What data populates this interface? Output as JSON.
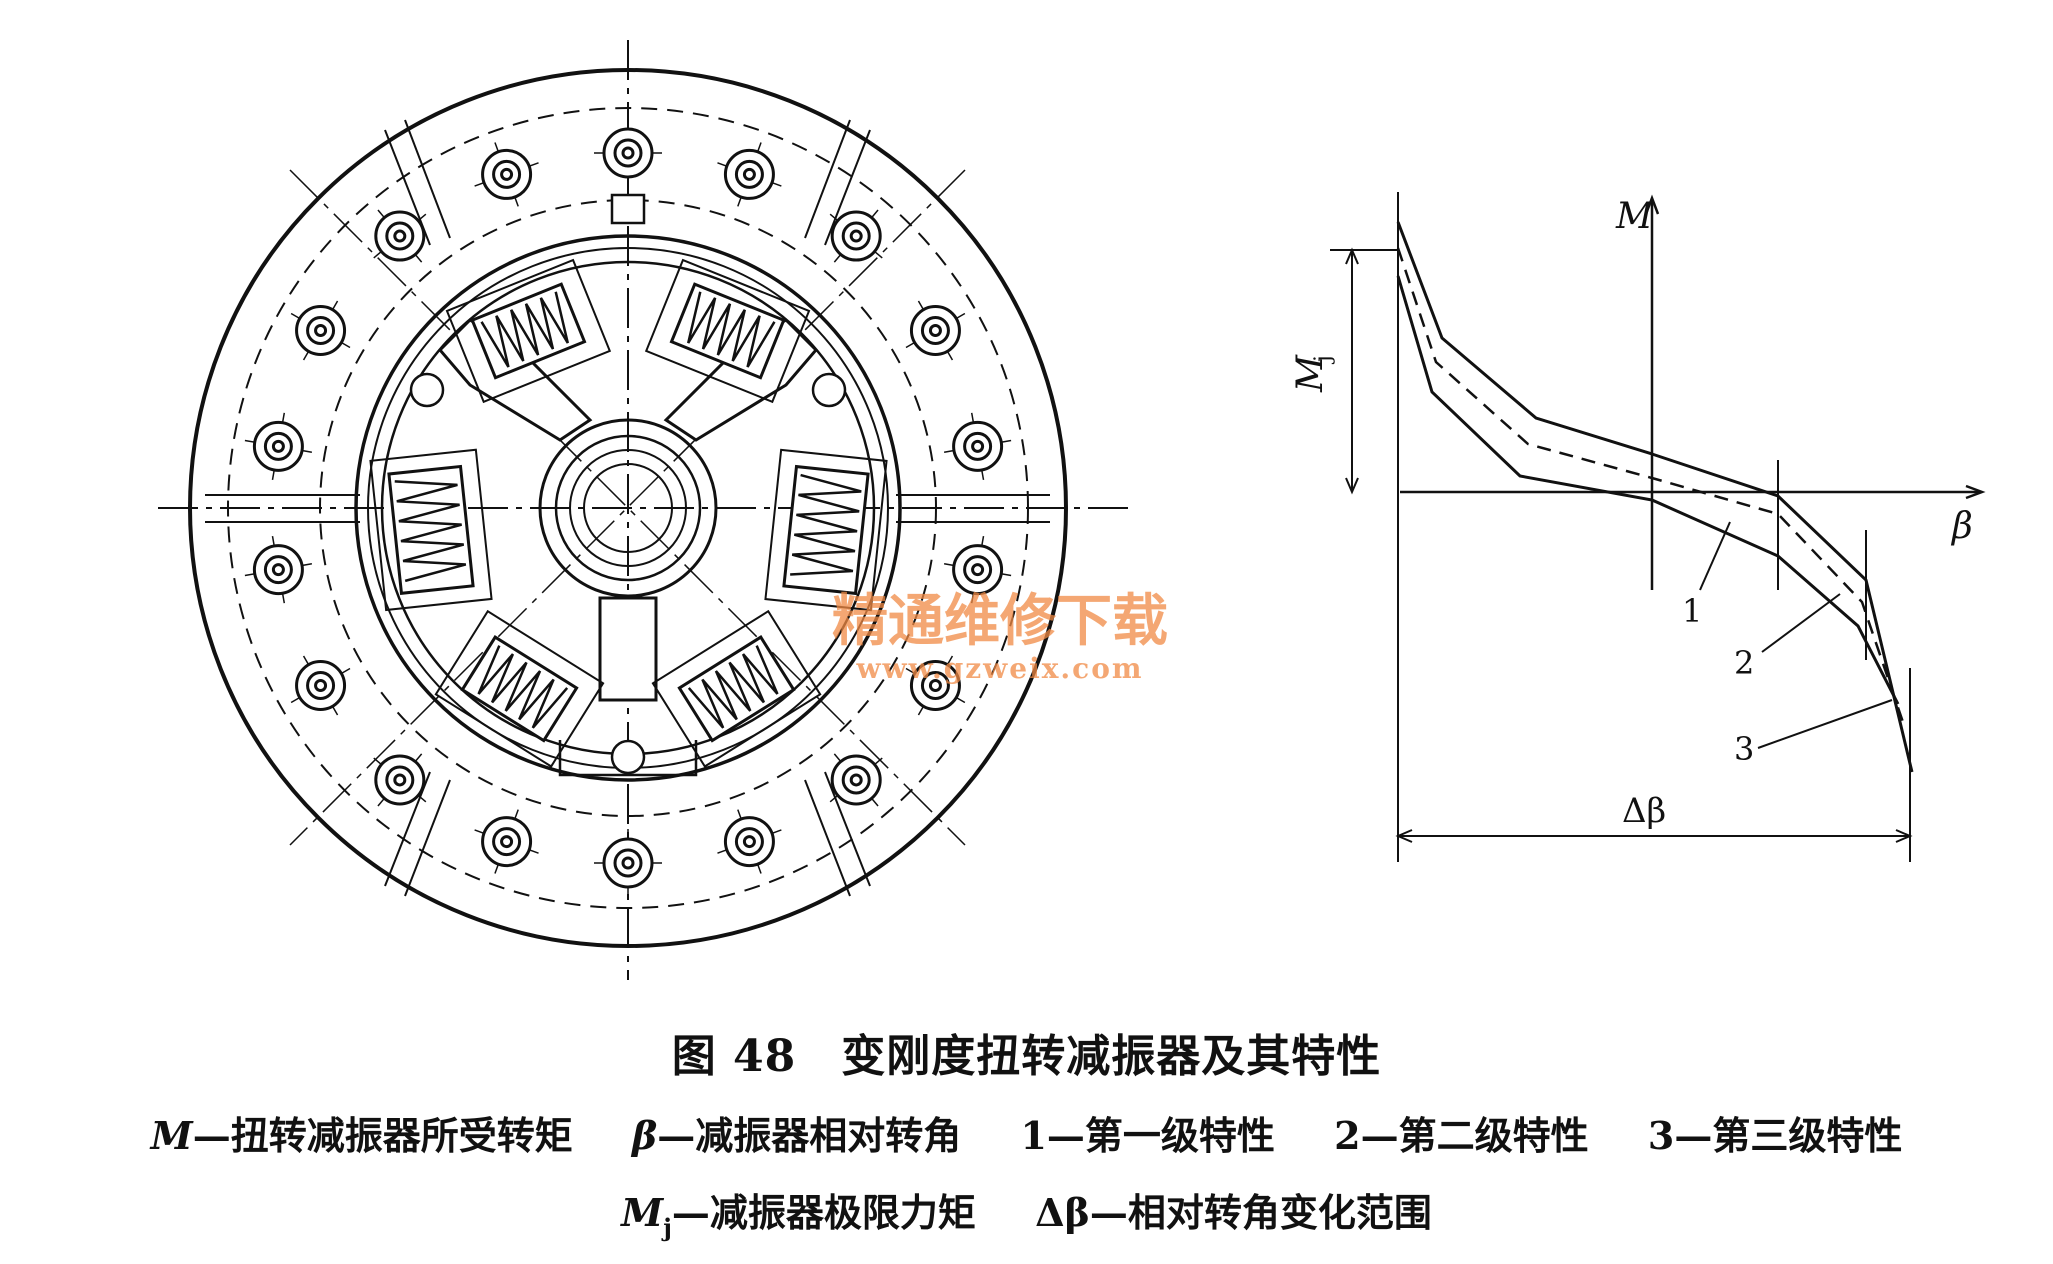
{
  "figure": {
    "watermark_cn": "精通维修下载",
    "watermark_url": "www.gzweix.com"
  },
  "chart": {
    "label_M": "M",
    "label_beta": "β",
    "label_Mj_base": "M",
    "label_Mj_sub": "j",
    "label_dbeta": "Δβ",
    "curve_labels": [
      "1",
      "2",
      "3"
    ]
  },
  "caption": {
    "title": "图 48　变刚度扭转减振器及其特性",
    "legend_line1": [
      {
        "sym": "M",
        "text": "—扭转减振器所受转矩"
      },
      {
        "sym": "β",
        "text": "—减振器相对转角"
      },
      {
        "sym": "1",
        "text": "—第一级特性"
      },
      {
        "sym": "2",
        "text": "—第二级特性"
      },
      {
        "sym": "3",
        "text": "—第三级特性"
      }
    ],
    "legend_line2": [
      {
        "sym": "M",
        "sub": "j",
        "text": "—减振器极限力矩"
      },
      {
        "sym": "Δβ",
        "text": "—相对转角变化范围"
      }
    ]
  }
}
